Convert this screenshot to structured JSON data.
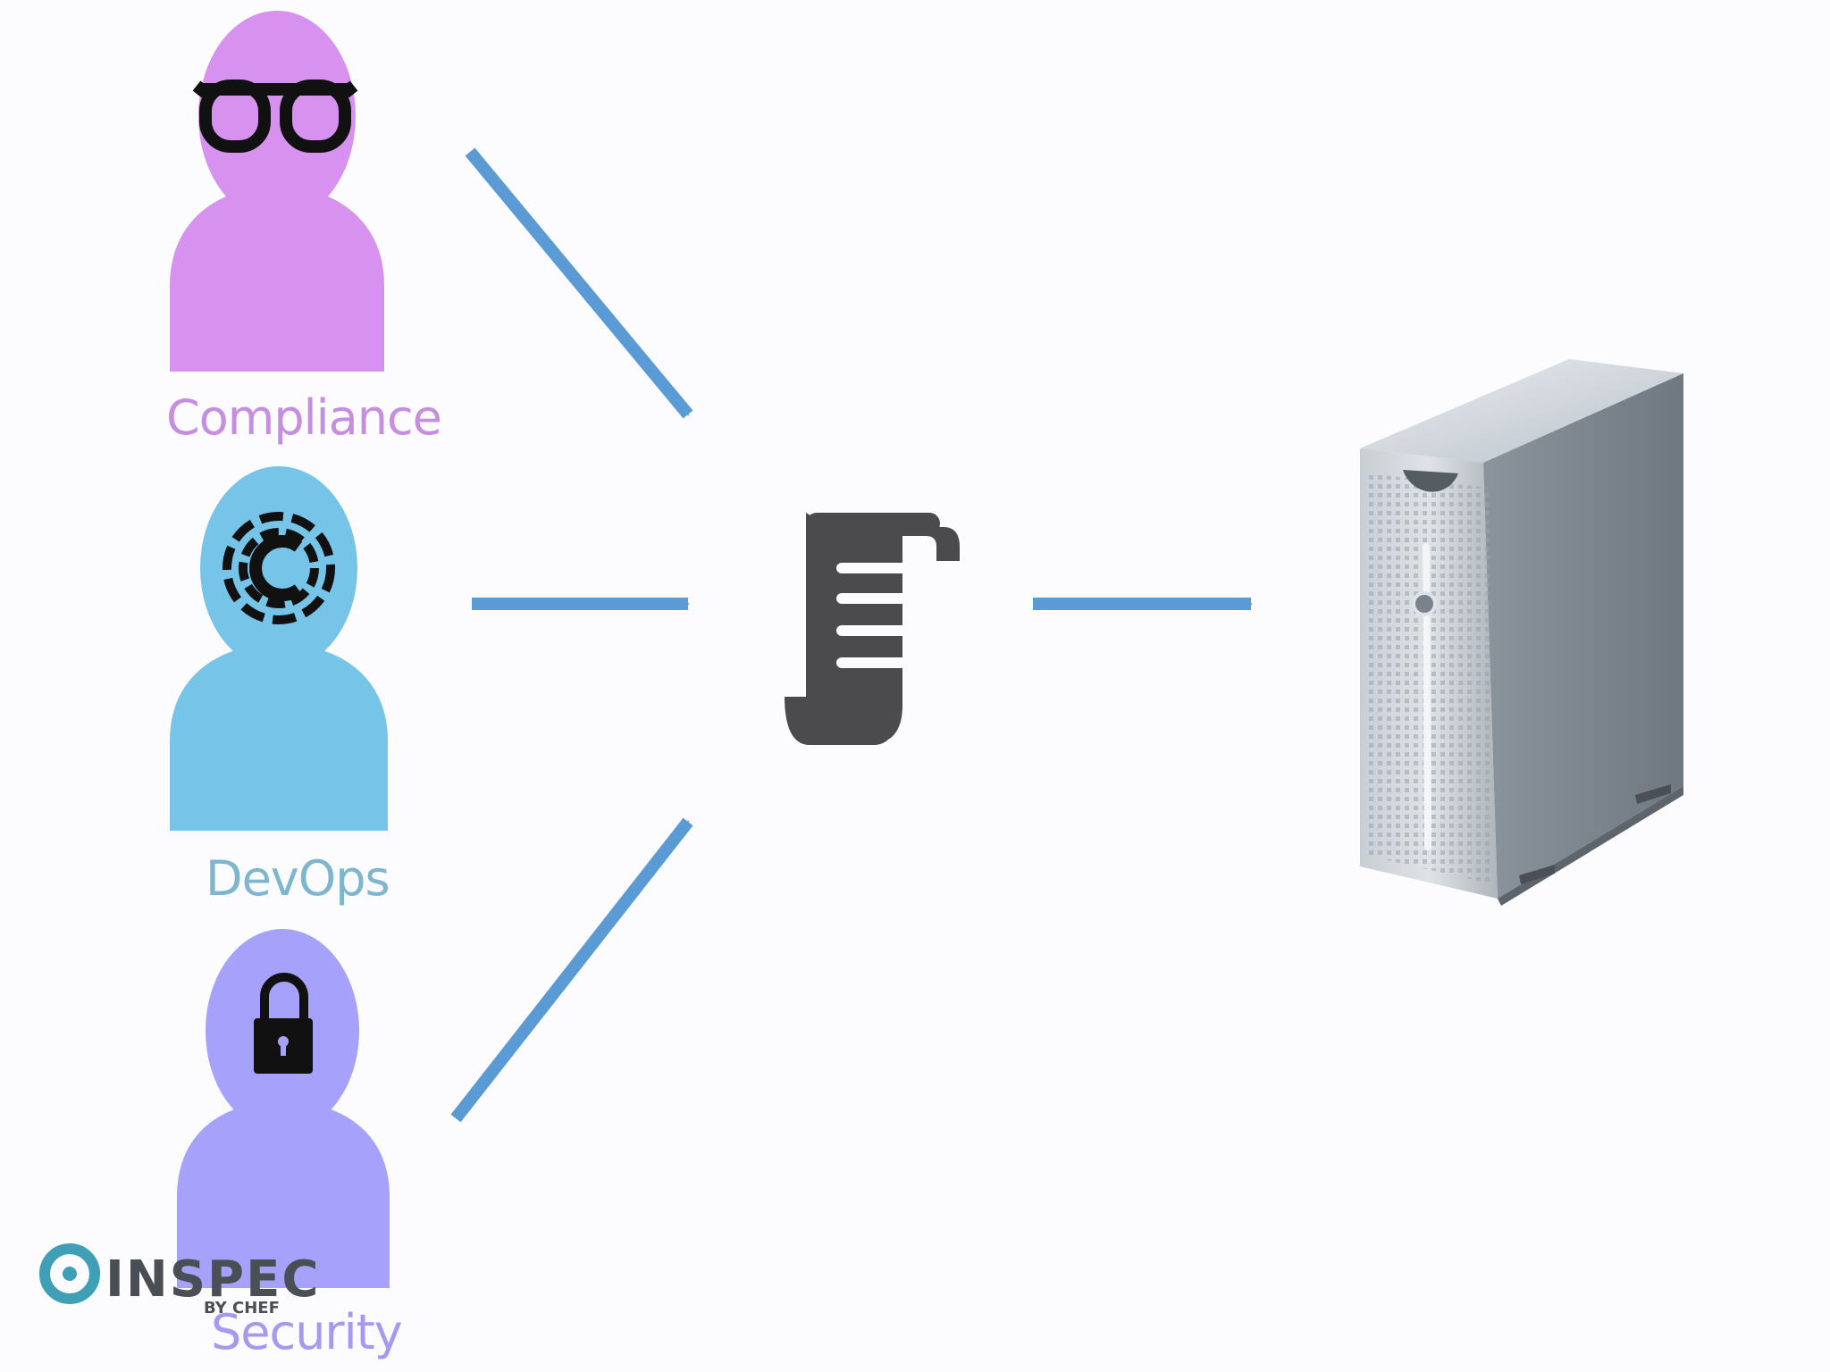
{
  "personas": [
    {
      "label": "Compliance",
      "color": "#d792f0",
      "icon": "glasses-icon"
    },
    {
      "label": "DevOps",
      "color": "#76c4e8",
      "icon": "chef-logo-icon"
    },
    {
      "label": "Security",
      "color": "#a6a2fb",
      "icon": "padlock-icon"
    }
  ],
  "center": {
    "icon": "script-scroll-icon"
  },
  "target": {
    "icon": "server-tower-icon"
  },
  "arrow_color": "#5b9bd5",
  "logo": {
    "name": "INSPEC",
    "byline": "BY CHEF",
    "icon": "inspec-logo-icon"
  }
}
